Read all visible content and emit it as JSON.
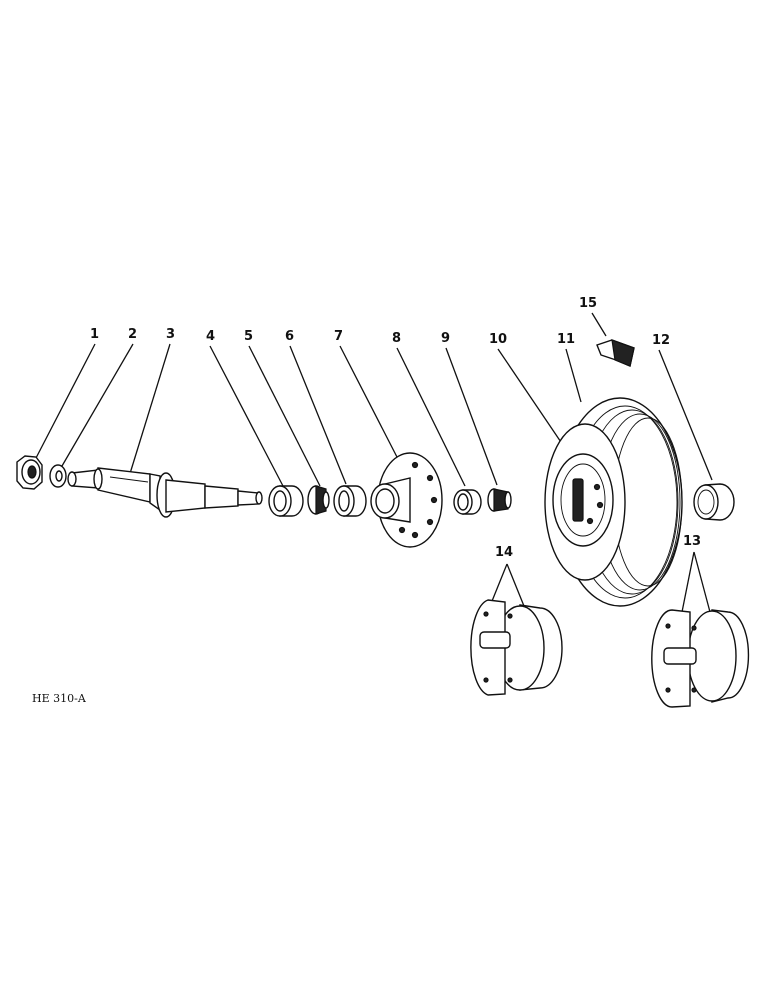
{
  "figure_code": "HE 310-A",
  "callouts": [
    {
      "id": "1",
      "label": "1"
    },
    {
      "id": "2",
      "label": "2"
    },
    {
      "id": "3",
      "label": "3"
    },
    {
      "id": "4",
      "label": "4"
    },
    {
      "id": "5",
      "label": "5"
    },
    {
      "id": "6",
      "label": "6"
    },
    {
      "id": "7",
      "label": "7"
    },
    {
      "id": "8",
      "label": "8"
    },
    {
      "id": "9",
      "label": "9"
    },
    {
      "id": "10",
      "label": "10"
    },
    {
      "id": "11",
      "label": "11"
    },
    {
      "id": "12",
      "label": "12"
    },
    {
      "id": "13",
      "label": "13"
    },
    {
      "id": "14",
      "label": "14"
    },
    {
      "id": "15",
      "label": "15"
    }
  ]
}
